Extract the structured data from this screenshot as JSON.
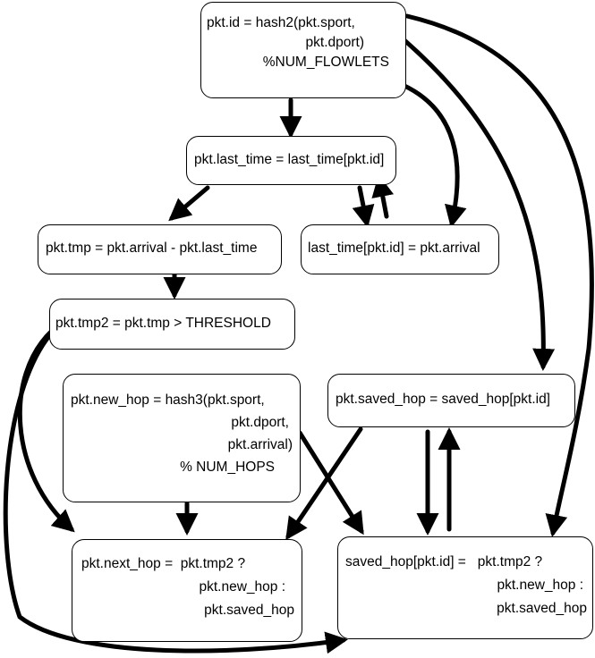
{
  "nodes": {
    "flowlet_id": {
      "lines": [
        "pkt.id = hash2(pkt.sport,",
        "pkt.dport)",
        "%NUM_FLOWLETS"
      ]
    },
    "read_last_time": {
      "lines": [
        "pkt.last_time = last_time[pkt.id]"
      ]
    },
    "compute_tmp": {
      "lines": [
        "pkt.tmp = pkt.arrival - pkt.last_time"
      ]
    },
    "write_last_time": {
      "lines": [
        "last_time[pkt.id] = pkt.arrival"
      ]
    },
    "compute_tmp2": {
      "lines": [
        "pkt.tmp2 = pkt.tmp > THRESHOLD"
      ]
    },
    "new_hop": {
      "lines": [
        "pkt.new_hop = hash3(pkt.sport,",
        "pkt.dport,",
        "pkt.arrival)",
        "% NUM_HOPS"
      ]
    },
    "read_saved_hop": {
      "lines": [
        "pkt.saved_hop = saved_hop[pkt.id]"
      ]
    },
    "next_hop": {
      "lines": [
        "pkt.next_hop =  pkt.tmp2 ?",
        "pkt.new_hop :",
        "pkt.saved_hop"
      ]
    },
    "write_saved_hop": {
      "lines": [
        "saved_hop[pkt.id] =   pkt.tmp2 ?",
        "pkt.new_hop :",
        "pkt.saved_hop"
      ]
    }
  }
}
